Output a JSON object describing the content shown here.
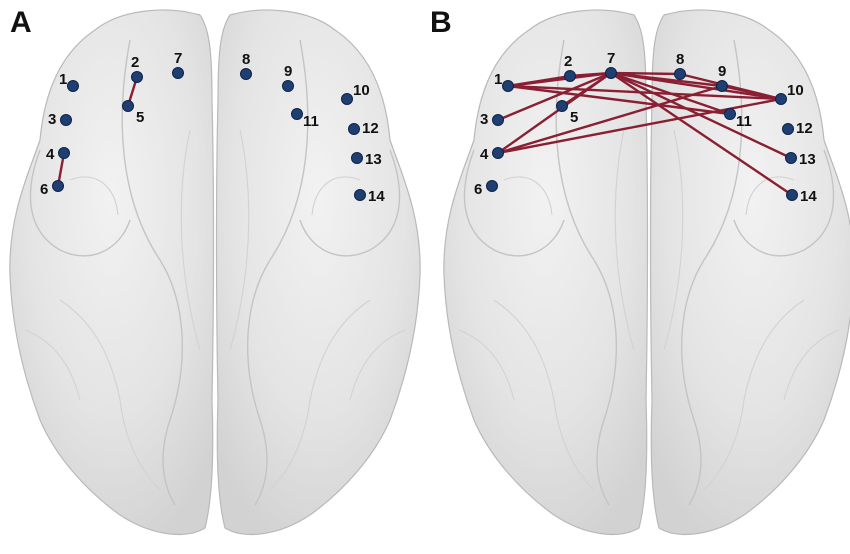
{
  "panels": [
    {
      "letter": "A",
      "nodes": [
        {
          "id": "1",
          "label": "1"
        },
        {
          "id": "2",
          "label": "2"
        },
        {
          "id": "3",
          "label": "3"
        },
        {
          "id": "4",
          "label": "4"
        },
        {
          "id": "5",
          "label": "5"
        },
        {
          "id": "6",
          "label": "6"
        },
        {
          "id": "7",
          "label": "7"
        },
        {
          "id": "8",
          "label": "8"
        },
        {
          "id": "9",
          "label": "9"
        },
        {
          "id": "10",
          "label": "10"
        },
        {
          "id": "11",
          "label": "11"
        },
        {
          "id": "12",
          "label": "12"
        },
        {
          "id": "13",
          "label": "13"
        },
        {
          "id": "14",
          "label": "14"
        }
      ],
      "edges": [
        [
          "2",
          "5"
        ],
        [
          "4",
          "6"
        ]
      ]
    },
    {
      "letter": "B",
      "nodes": [
        {
          "id": "1",
          "label": "1"
        },
        {
          "id": "2",
          "label": "2"
        },
        {
          "id": "3",
          "label": "3"
        },
        {
          "id": "4",
          "label": "4"
        },
        {
          "id": "5",
          "label": "5"
        },
        {
          "id": "6",
          "label": "6"
        },
        {
          "id": "7",
          "label": "7"
        },
        {
          "id": "8",
          "label": "8"
        },
        {
          "id": "9",
          "label": "9"
        },
        {
          "id": "10",
          "label": "10"
        },
        {
          "id": "11",
          "label": "11"
        },
        {
          "id": "12",
          "label": "12"
        },
        {
          "id": "13",
          "label": "13"
        },
        {
          "id": "14",
          "label": "14"
        }
      ],
      "edges": [
        [
          "1",
          "2"
        ],
        [
          "2",
          "7"
        ],
        [
          "1",
          "7"
        ],
        [
          "1",
          "11"
        ],
        [
          "1",
          "10"
        ],
        [
          "3",
          "7"
        ],
        [
          "4",
          "7"
        ],
        [
          "4",
          "9"
        ],
        [
          "4",
          "10"
        ],
        [
          "5",
          "7"
        ],
        [
          "7",
          "8"
        ],
        [
          "7",
          "9"
        ],
        [
          "7",
          "10"
        ],
        [
          "7",
          "11"
        ],
        [
          "7",
          "13"
        ],
        [
          "7",
          "14"
        ],
        [
          "8",
          "10"
        ],
        [
          "9",
          "10"
        ]
      ]
    }
  ],
  "colors": {
    "node": "#1f3f73",
    "edge": "#8a1f33",
    "brain": "#e6e6e6"
  }
}
